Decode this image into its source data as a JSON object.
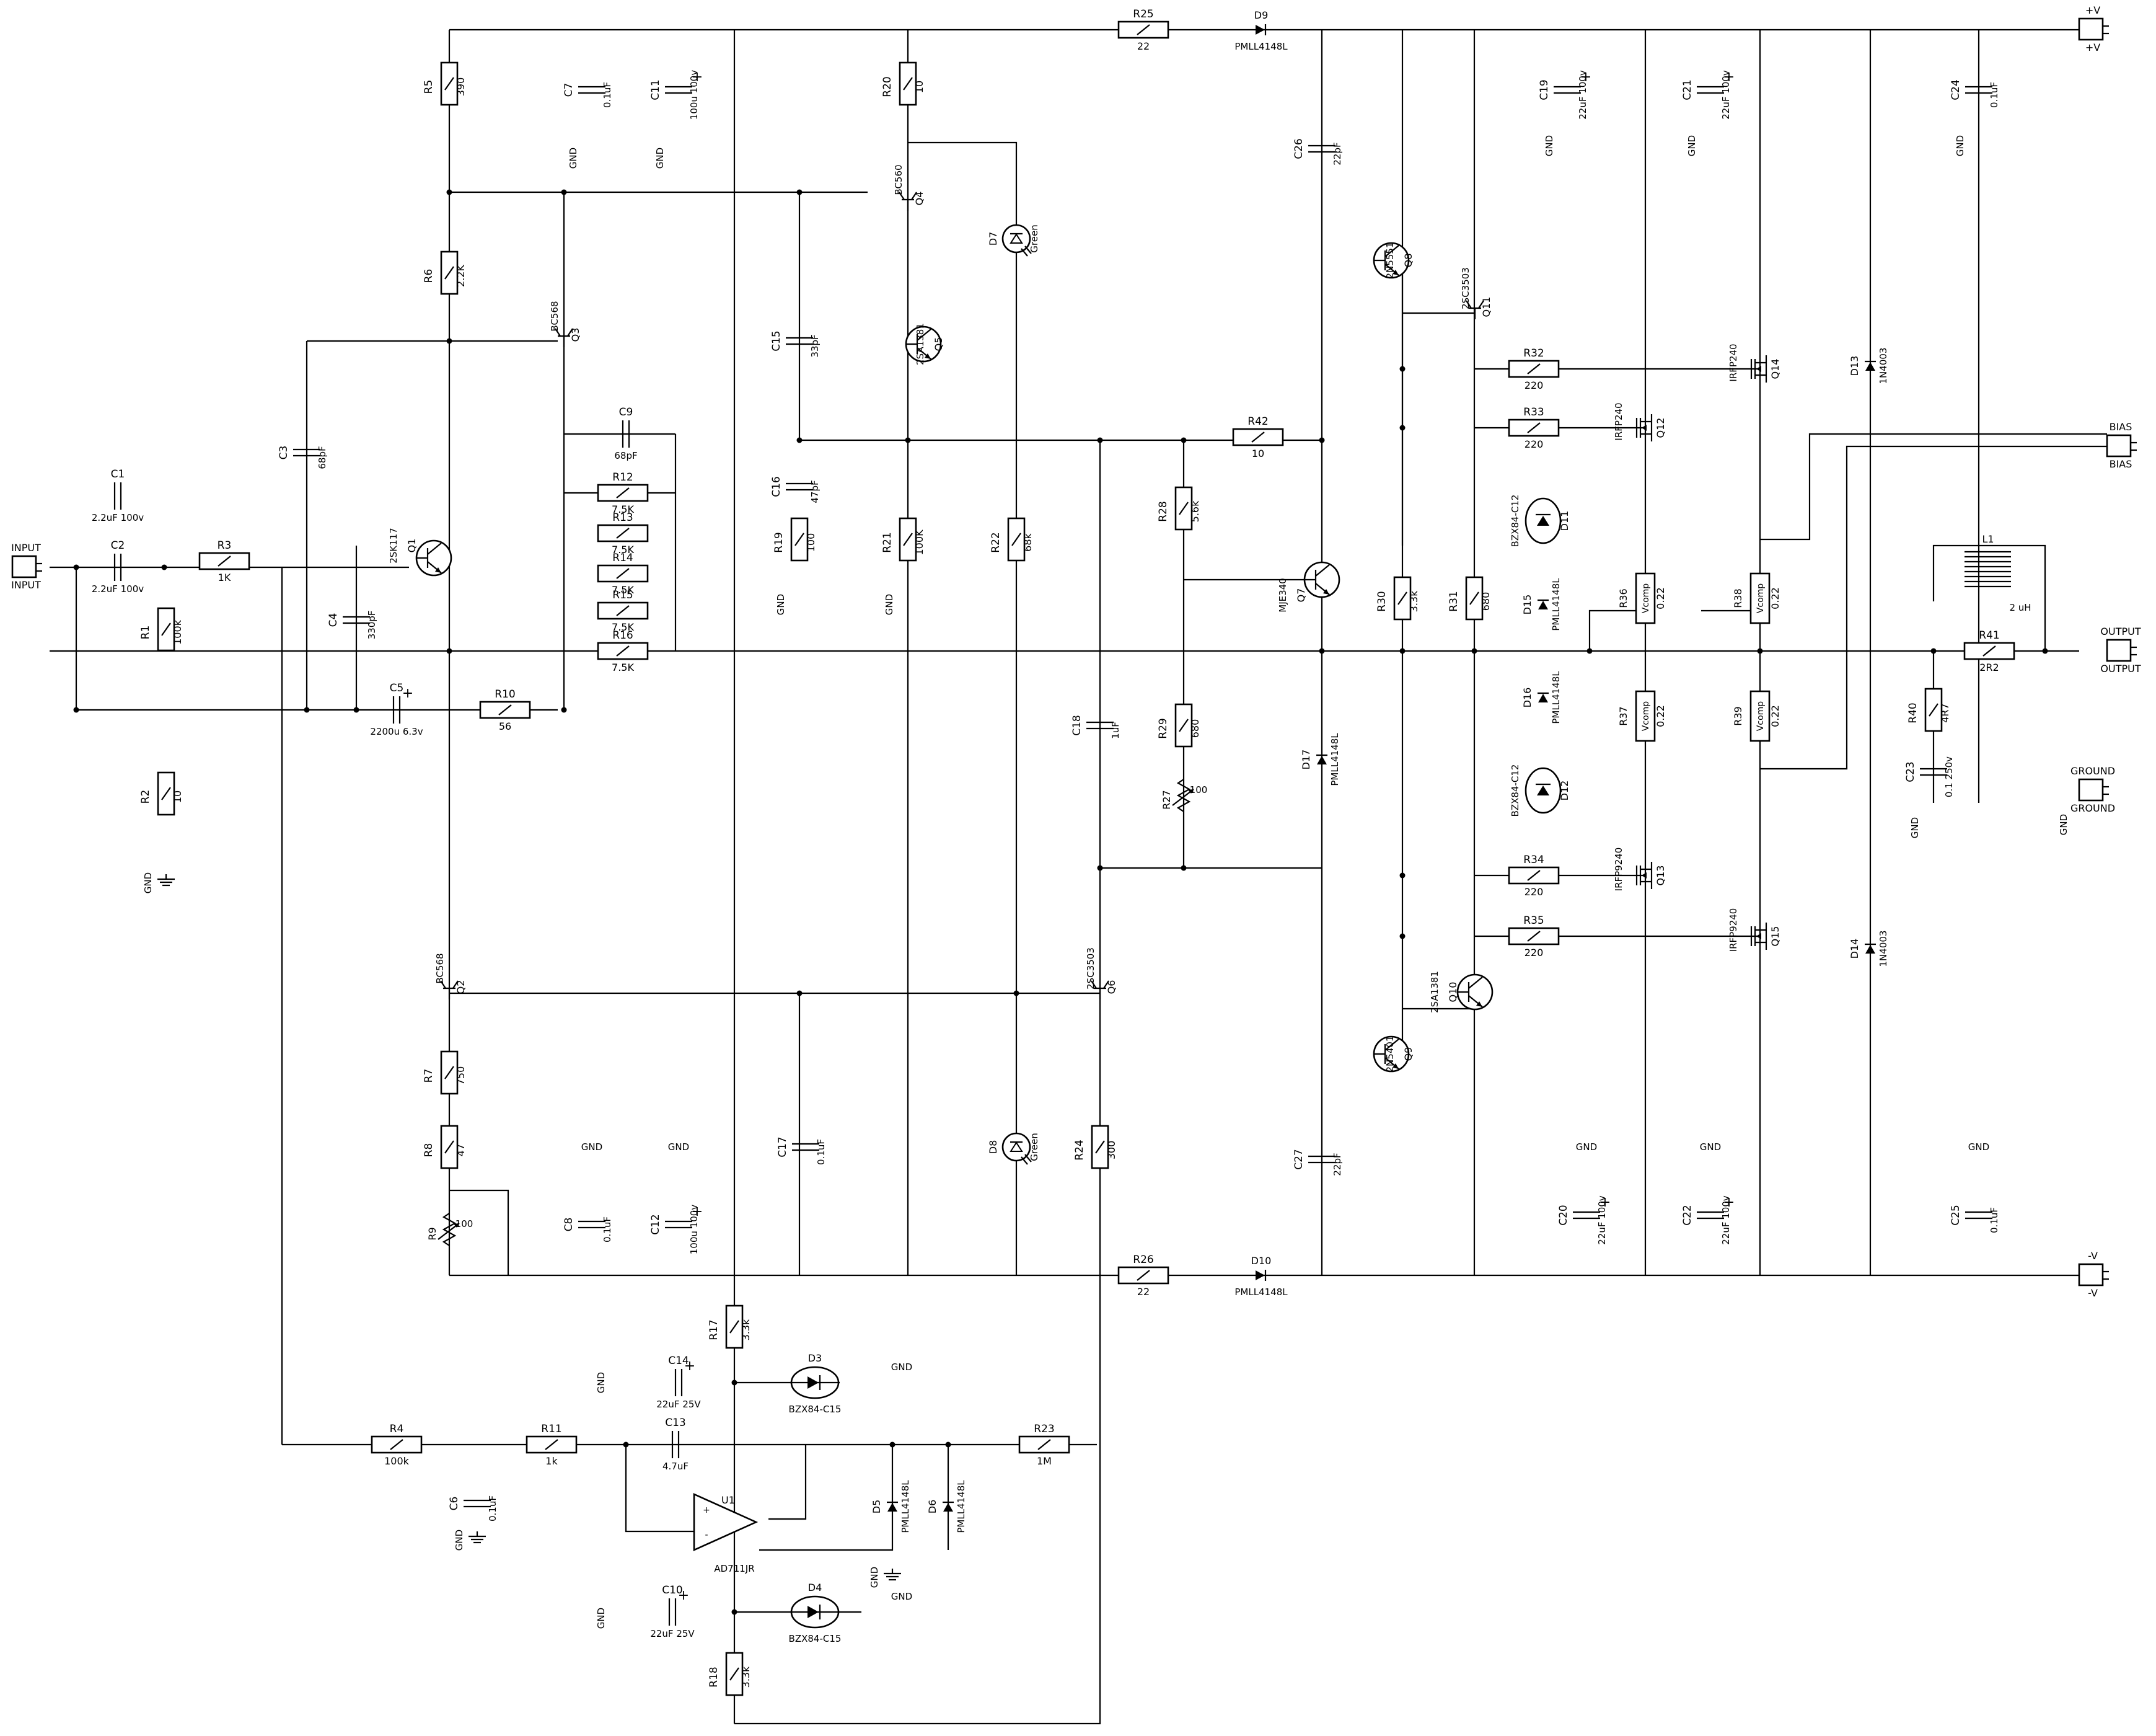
{
  "colors": {
    "ink": "#000000",
    "paper": "#ffffff"
  },
  "diagram": {
    "ports": [
      {
        "name": "+V",
        "text1": "+V",
        "text2": "+V"
      },
      {
        "name": "BIAS",
        "text1": "BIAS",
        "text2": "BIAS"
      },
      {
        "name": "OUTPUT",
        "text1": "OUTPUT",
        "text2": "OUTPUT"
      },
      {
        "name": "GROUND",
        "text1": "GROUND",
        "text2": "GROUND"
      },
      {
        "name": "-V",
        "text1": "-V",
        "text2": "-V"
      },
      {
        "name": "INPUT",
        "text1": "INPUT",
        "text2": "INPUT"
      }
    ],
    "resistors": [
      {
        "ref": "R1",
        "value": "100k"
      },
      {
        "ref": "R2",
        "value": "10"
      },
      {
        "ref": "R3",
        "value": "1K"
      },
      {
        "ref": "R4",
        "value": "100k"
      },
      {
        "ref": "R5",
        "value": "390"
      },
      {
        "ref": "R6",
        "value": "2.2K"
      },
      {
        "ref": "R7",
        "value": "750"
      },
      {
        "ref": "R8",
        "value": "47"
      },
      {
        "ref": "R10",
        "value": "56"
      },
      {
        "ref": "R11",
        "value": "1k"
      },
      {
        "ref": "R12",
        "value": "7.5K"
      },
      {
        "ref": "R13",
        "value": "7.5K"
      },
      {
        "ref": "R14",
        "value": "7.5K"
      },
      {
        "ref": "R15",
        "value": "7.5K"
      },
      {
        "ref": "R16",
        "value": "7.5K"
      },
      {
        "ref": "R17",
        "value": "3.3k"
      },
      {
        "ref": "R18",
        "value": "3.3k"
      },
      {
        "ref": "R19",
        "value": "100"
      },
      {
        "ref": "R20",
        "value": "10"
      },
      {
        "ref": "R21",
        "value": "100K"
      },
      {
        "ref": "R22",
        "value": "68k"
      },
      {
        "ref": "R23",
        "value": "1M"
      },
      {
        "ref": "R24",
        "value": "300"
      },
      {
        "ref": "R25",
        "value": "22"
      },
      {
        "ref": "R26",
        "value": "22"
      },
      {
        "ref": "R28",
        "value": "5.6k"
      },
      {
        "ref": "R29",
        "value": "680"
      },
      {
        "ref": "R30",
        "value": "3.3k"
      },
      {
        "ref": "R31",
        "value": "680"
      },
      {
        "ref": "R32",
        "value": "220"
      },
      {
        "ref": "R33",
        "value": "220"
      },
      {
        "ref": "R34",
        "value": "220"
      },
      {
        "ref": "R35",
        "value": "220"
      },
      {
        "ref": "R36",
        "value": "0.22"
      },
      {
        "ref": "R37",
        "value": "0.22"
      },
      {
        "ref": "R38",
        "value": "0.22"
      },
      {
        "ref": "R39",
        "value": "0.22"
      },
      {
        "ref": "R40",
        "value": "4R7"
      },
      {
        "ref": "R41",
        "value": "2R2"
      },
      {
        "ref": "R42",
        "value": "10"
      }
    ],
    "capacitors": [
      {
        "ref": "C1",
        "value": "2.2uF 100v"
      },
      {
        "ref": "C2",
        "value": "2.2uF 100v"
      },
      {
        "ref": "C3",
        "value": "68pF"
      },
      {
        "ref": "C4",
        "value": "330pF"
      },
      {
        "ref": "C5",
        "value": "2200u 6.3v"
      },
      {
        "ref": "C6",
        "value": "0.1uF"
      },
      {
        "ref": "C7",
        "value": "0.1uF"
      },
      {
        "ref": "C8",
        "value": "0.1uF"
      },
      {
        "ref": "C9",
        "value": "68pF"
      },
      {
        "ref": "C10",
        "value": "22uF 25V"
      },
      {
        "ref": "C11",
        "value": "100u 100v"
      },
      {
        "ref": "C12",
        "value": "100u 100v"
      },
      {
        "ref": "C13",
        "value": "4.7uF"
      },
      {
        "ref": "C14",
        "value": "22uF 25V"
      },
      {
        "ref": "C15",
        "value": "33pF"
      },
      {
        "ref": "C16",
        "value": "47pF"
      },
      {
        "ref": "C17",
        "value": "0.1uF"
      },
      {
        "ref": "C18",
        "value": "1uF"
      },
      {
        "ref": "C19",
        "value": "22uF 100v"
      },
      {
        "ref": "C20",
        "value": "22uF 100v"
      },
      {
        "ref": "C21",
        "value": "22uF 100v"
      },
      {
        "ref": "C22",
        "value": "22uF 100v"
      },
      {
        "ref": "C23",
        "value": "0.1 250v"
      },
      {
        "ref": "C24",
        "value": "0.1uF"
      },
      {
        "ref": "C25",
        "value": "0.1uF"
      },
      {
        "ref": "C26",
        "value": "22pF"
      },
      {
        "ref": "C27",
        "value": "22pF"
      }
    ],
    "transistors": [
      {
        "ref": "Q1",
        "value": "2SK117"
      },
      {
        "ref": "Q2",
        "value": "BC568"
      },
      {
        "ref": "Q3",
        "value": "BC568"
      },
      {
        "ref": "Q4",
        "value": "BC560"
      },
      {
        "ref": "Q5",
        "value": "2SA1381"
      },
      {
        "ref": "Q6",
        "value": "2SC3503"
      },
      {
        "ref": "Q7",
        "value": "MJE340"
      },
      {
        "ref": "Q8",
        "value": "2N5551"
      },
      {
        "ref": "Q9",
        "value": "2N5401"
      },
      {
        "ref": "Q10",
        "value": "2SA1381"
      },
      {
        "ref": "Q11",
        "value": "2SC3503"
      },
      {
        "ref": "Q12",
        "value": "IRFP240"
      },
      {
        "ref": "Q13",
        "value": "IRFP9240"
      },
      {
        "ref": "Q14",
        "value": "IRFP240"
      },
      {
        "ref": "Q15",
        "value": "IRFP9240"
      }
    ],
    "diodes": [
      {
        "ref": "D3",
        "value": "BZX84-C15"
      },
      {
        "ref": "D4",
        "value": "BZX84-C15"
      },
      {
        "ref": "D5",
        "value": "PMLL4148L"
      },
      {
        "ref": "D6",
        "value": "PMLL4148L"
      },
      {
        "ref": "D7",
        "value": "Green"
      },
      {
        "ref": "D8",
        "value": "Green"
      },
      {
        "ref": "D9",
        "value": "PMLL4148L"
      },
      {
        "ref": "D10",
        "value": "PMLL4148L"
      },
      {
        "ref": "D11",
        "value": "BZX84-C12"
      },
      {
        "ref": "D12",
        "value": "BZX84-C12"
      },
      {
        "ref": "D13",
        "value": "1N4003"
      },
      {
        "ref": "D14",
        "value": "1N4003"
      },
      {
        "ref": "D15",
        "value": "PMLL4148L"
      },
      {
        "ref": "D16",
        "value": "PMLL4148L"
      },
      {
        "ref": "D17",
        "value": "PMLL4148L"
      }
    ],
    "pots": [
      {
        "ref": "R9",
        "value": "100"
      },
      {
        "ref": "R27",
        "value": "100"
      }
    ],
    "ic": {
      "ref": "U1",
      "value": "AD711JR"
    },
    "inductor": {
      "ref": "L1",
      "value": "2 uH"
    },
    "gnd_label": "GND",
    "vcomp_label": "Vcomp"
  }
}
